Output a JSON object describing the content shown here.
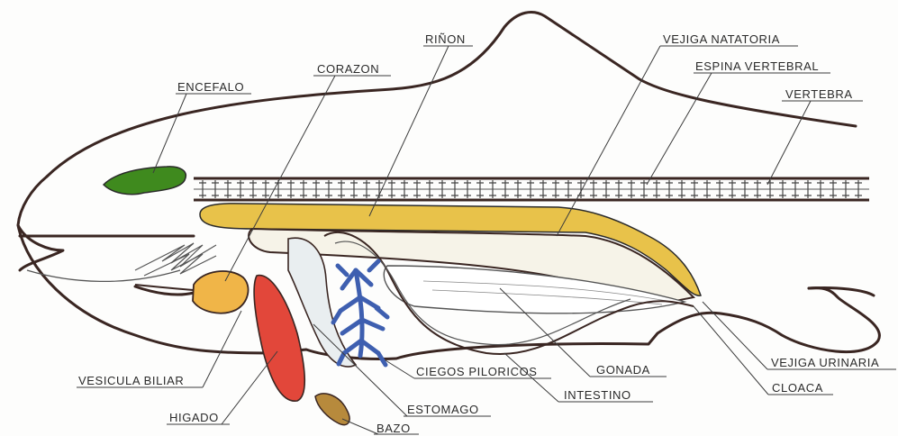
{
  "colors": {
    "outline": "#3a2622",
    "encefalo": "#3f8a1e",
    "vejiga_natatoria": "#e8c24a",
    "corazon": "#f0b548",
    "higado": "#e2473a",
    "ciegos_piloricos": "#3e5fb0",
    "bazo": "#b78a3c"
  },
  "labels": {
    "encefalo": "ENCEFALO",
    "corazon": "CORAZON",
    "rinon": "RIÑON",
    "vejiga_natatoria": "VEJIGA NATATORIA",
    "espina_vertebral": "ESPINA VERTEBRAL",
    "vertebra": "VERTEBRA",
    "vesicula_biliar": "VESICULA BILIAR",
    "higado": "HIGADO",
    "estomago": "ESTOMAGO",
    "bazo": "BAZO",
    "ciegos_piloricos": "CIEGOS PILORICOS",
    "gonada": "GONADA",
    "intestino": "INTESTINO",
    "vejiga_urinaria": "VEJIGA URINARIA",
    "cloaca": "CLOACA"
  }
}
